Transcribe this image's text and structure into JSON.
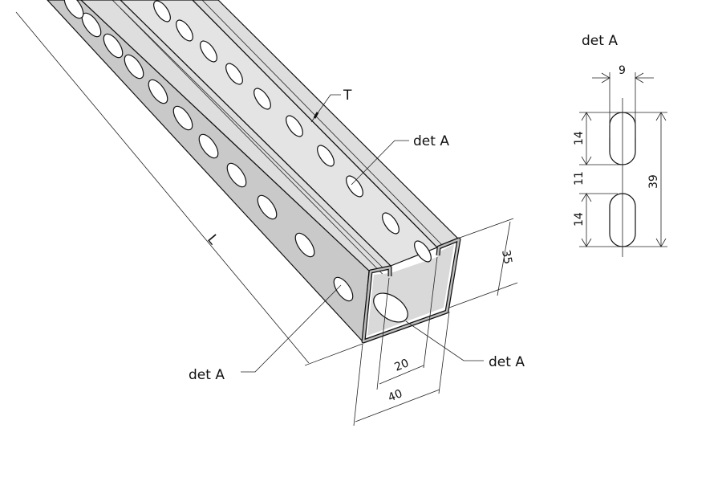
{
  "drawing": {
    "labels": {
      "tag_T": "T",
      "detail_callout": "det A",
      "length": "L"
    },
    "dimensions": {
      "height": "35",
      "slot_width": "20",
      "width": "40"
    },
    "detail": {
      "title": "det A",
      "hole_width": "9",
      "hole_length_1": "14",
      "gap": "11",
      "hole_length_2": "14",
      "total": "39"
    },
    "colors": {
      "steel_face": "#c8c8c8",
      "steel_top": "#dcdcdc",
      "inner": "#e6e6e6",
      "line": "#111111"
    }
  }
}
